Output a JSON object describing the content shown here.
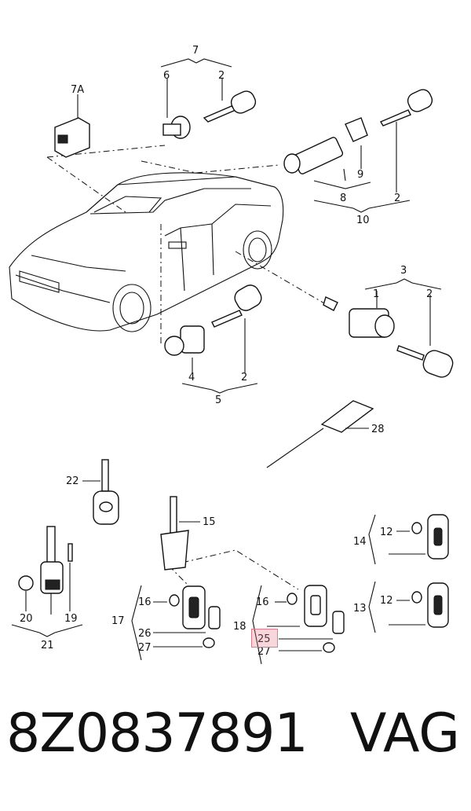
{
  "labels": {
    "l7": "7",
    "l6": "6",
    "l2a": "2",
    "l7a": "7A",
    "l9": "9",
    "l8": "8",
    "l2b": "2",
    "l10": "10",
    "l3": "3",
    "l1": "1",
    "l2c": "2",
    "l4": "4",
    "l2d": "2",
    "l5": "5",
    "l28": "28",
    "l22": "22",
    "l15": "15",
    "l14": "14",
    "l12a": "12",
    "l13": "13",
    "l12b": "12",
    "l20": "20",
    "l19": "19",
    "l21": "21",
    "l16a": "16",
    "l17": "17",
    "l26": "26",
    "l27a": "27",
    "l16b": "16",
    "l18": "18",
    "l25": "25",
    "l27b": "27"
  },
  "footer": {
    "part_number": "8Z0837891",
    "brand": "VAG"
  },
  "highlight": {
    "label": "25",
    "color": "#e07a8a"
  }
}
